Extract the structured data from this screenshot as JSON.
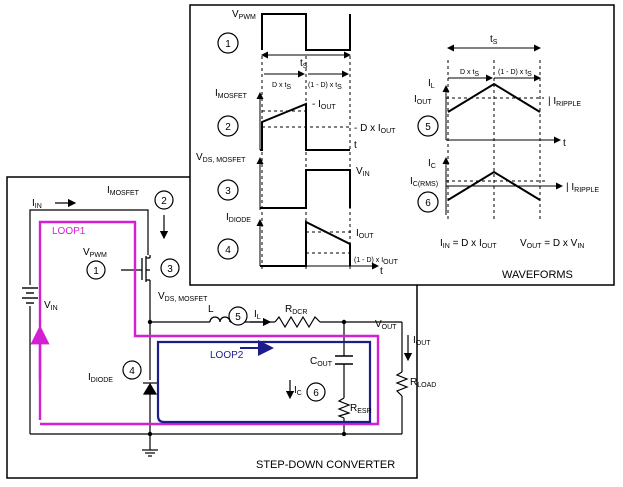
{
  "circuit": {
    "panel_title": "STEP-DOWN CONVERTER",
    "loop1": "LOOP1",
    "loop2": "LOOP2",
    "i_in": {
      "main": "I",
      "sub": "IN"
    },
    "i_mosfet": {
      "main": "I",
      "sub": "MOSFET"
    },
    "v_pwm": {
      "main": "V",
      "sub": "PWM"
    },
    "v_ds": {
      "main": "V",
      "sub": "DS, MOSFET"
    },
    "v_in": {
      "main": "V",
      "sub": "IN"
    },
    "inductor": "L",
    "i_l": {
      "main": "I",
      "sub": "L"
    },
    "r_dcr": {
      "main": "R",
      "sub": "DCR"
    },
    "v_out": {
      "main": "V",
      "sub": "OUT"
    },
    "i_out": {
      "main": "I",
      "sub": "OUT"
    },
    "c_out": {
      "main": "C",
      "sub": "OUT"
    },
    "r_load": {
      "main": "R",
      "sub": "LOAD"
    },
    "i_diode": {
      "main": "I",
      "sub": "DIODE"
    },
    "i_c": {
      "main": "I",
      "sub": "C"
    },
    "r_esr": {
      "main": "R",
      "sub": "ESR"
    },
    "markers": [
      "2",
      "1",
      "3",
      "5",
      "4",
      "6"
    ]
  },
  "waveforms": {
    "panel_title": "WAVEFORMS",
    "v_pwm": {
      "main": "V",
      "sub": "PWM"
    },
    "ts": {
      "main": "t",
      "sub": "S"
    },
    "d_ts": "D x t",
    "one_minus_d_ts": "(1 - D) x t",
    "i_mosfet": {
      "main": "I",
      "sub": "MOSFET"
    },
    "i_out": {
      "main": "- I",
      "sub": "OUT"
    },
    "d_x_iout": "- D x I",
    "d_x_iout_sub": "OUT",
    "v_ds": {
      "main": "V",
      "sub": "DS, MOSFET"
    },
    "v_in": {
      "main": "V",
      "sub": "IN"
    },
    "i_diode": {
      "main": "I",
      "sub": "DIODE"
    },
    "i_out_4": {
      "main": "I",
      "sub": "OUT"
    },
    "one_minus_d_iout": "(1 - D) x I",
    "t_label": "t",
    "i_l": {
      "main": "I",
      "sub": "L"
    },
    "i_out_5": {
      "main": "I",
      "sub": "OUT"
    },
    "i_ripple": {
      "main": "I",
      "sub": "RIPPLE"
    },
    "i_c": {
      "main": "I",
      "sub": "C"
    },
    "i_c_rms": {
      "main": "I",
      "sub": "C(RMS)"
    },
    "eq_in": "I",
    "eq_in_sub": "IN",
    "eq_in_rhs": "= D x I",
    "eq_in_rhs_sub": "OUT",
    "eq_out": "V",
    "eq_out_sub": "OUT",
    "eq_out_rhs": "= D x V",
    "eq_out_rhs_sub": "IN",
    "markers": [
      "1",
      "2",
      "3",
      "4",
      "5",
      "6"
    ]
  },
  "colors": {
    "loop1": "#d51fd5",
    "loop2": "#1c1c8c",
    "line": "#000000"
  }
}
